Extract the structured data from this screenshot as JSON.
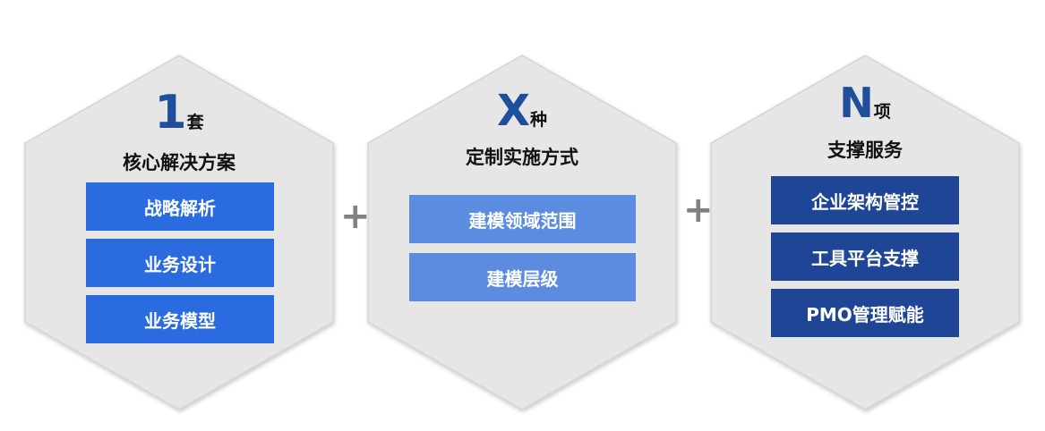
{
  "operators": [
    "+",
    "+"
  ],
  "panels": [
    {
      "number": "1",
      "unit": "套",
      "subtitle": "核心解决方案",
      "box_color": "#2a6be0",
      "items": [
        "战略解析",
        "业务设计",
        "业务模型"
      ]
    },
    {
      "number": "X",
      "unit": "种",
      "subtitle": "定制实施方式",
      "box_color": "#5b8ce0",
      "items": [
        "建模领域范围",
        "建模层级"
      ]
    },
    {
      "number": "N",
      "unit": "项",
      "subtitle": "支撑服务",
      "box_color": "#1f4597",
      "items": [
        "企业架构管控",
        "工具平台支撑",
        "PMO管理赋能"
      ]
    }
  ],
  "colors": {
    "hexagon_fill": "#e6e6e6",
    "hexagon_stroke": "#d0d0d0",
    "number_color": "#1f4e9c",
    "plus_color": "#808080"
  }
}
